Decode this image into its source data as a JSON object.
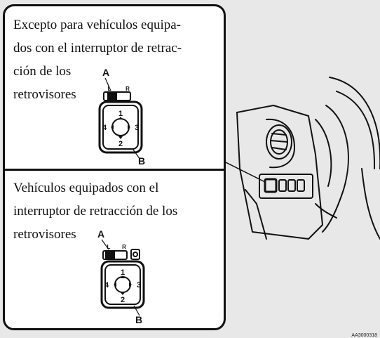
{
  "callout_top": {
    "lines": [
      "Excepto para vehículos equipa-",
      "dos con el interruptor de retrac-",
      "ción de los",
      "retrovisores"
    ],
    "label_a": "A",
    "label_b": "B",
    "switch": {
      "left_mark": "L",
      "right_mark": "R",
      "dir_up": "1",
      "dir_down": "2",
      "dir_right": "3",
      "dir_left": "4"
    }
  },
  "callout_bottom": {
    "lines": [
      "Vehículos equipados con el",
      "interruptor de retracción de los",
      "retrovisores"
    ],
    "label_a": "A",
    "label_b": "B",
    "switch": {
      "left_mark": "L",
      "right_mark": "R",
      "dir_up": "1",
      "dir_down": "2",
      "dir_right": "3",
      "dir_left": "4"
    }
  },
  "reference_code": "AA3000318"
}
